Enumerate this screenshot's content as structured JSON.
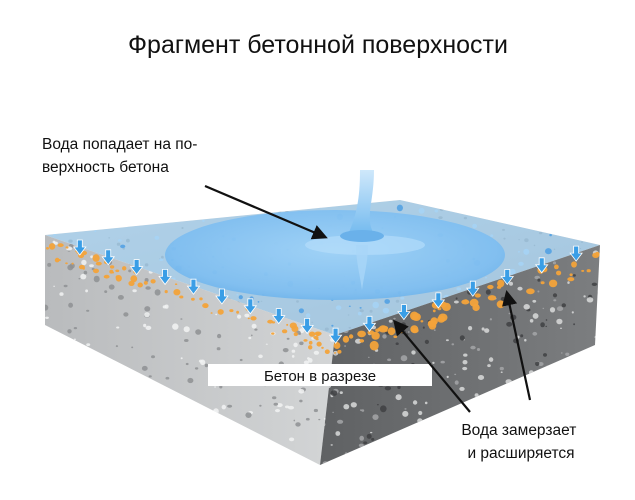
{
  "title": "Фрагмент бетонной поверхности",
  "callouts": {
    "water_hits": [
      "Вода попадает на по-",
      "верхность бетона"
    ],
    "water_freezes": [
      "Вода замерзает",
      "и расширяется"
    ]
  },
  "section_label": "Бетон в разрезе",
  "colors": {
    "concrete_top": "#cfd2d4",
    "concrete_front_light": "#c9cbcc",
    "concrete_front_dark": "#6e7072",
    "water": "#8cc6f0",
    "water_deep": "#5aa9e6",
    "arrow_blue": "#3a9ee6",
    "ice_orange": "#f3a33a"
  },
  "icons": [
    "down-arrow-icon",
    "pointer-arrow-icon",
    "water-stream-icon"
  ]
}
